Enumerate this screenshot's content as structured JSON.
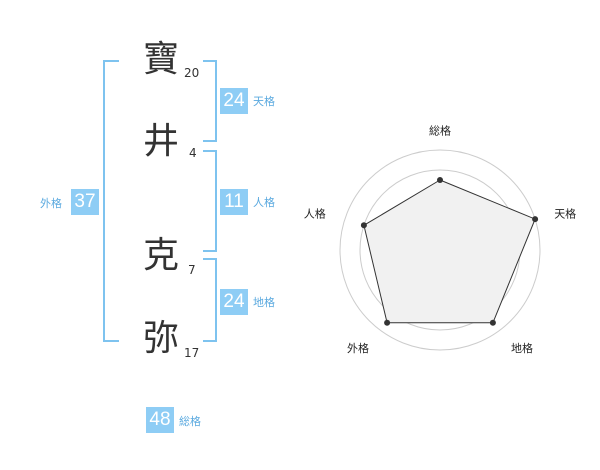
{
  "name": {
    "chars": [
      {
        "char": "寶",
        "strokes": "20"
      },
      {
        "char": "井",
        "strokes": "4"
      },
      {
        "char": "克",
        "strokes": "7"
      },
      {
        "char": "弥",
        "strokes": "17"
      }
    ]
  },
  "kaku": {
    "tenkaku": {
      "value": "24",
      "label": "天格"
    },
    "jinkaku": {
      "value": "11",
      "label": "人格"
    },
    "chikaku": {
      "value": "24",
      "label": "地格"
    },
    "gaikaku": {
      "value": "37",
      "label": "外格"
    },
    "soukaku": {
      "value": "48",
      "label": "総格"
    }
  },
  "chart_data": {
    "type": "radar",
    "axes": [
      "総格",
      "天格",
      "地格",
      "外格",
      "人格"
    ],
    "values": [
      0.7,
      1.0,
      0.9,
      0.9,
      0.8
    ],
    "range": [
      0,
      1
    ],
    "rings": 5,
    "colors": {
      "fill": "#f1f1f1",
      "ring": "#cccccc",
      "line": "#333333",
      "point": "#333333"
    }
  }
}
